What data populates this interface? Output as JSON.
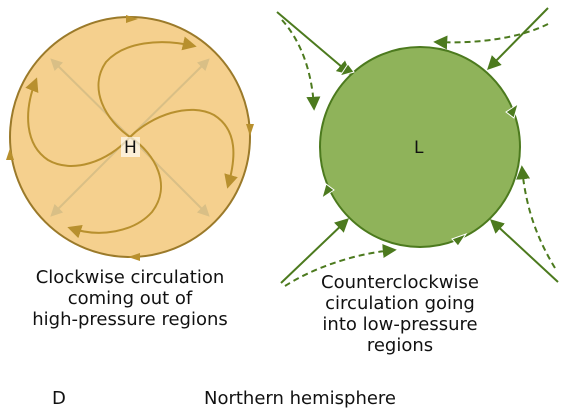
{
  "high_pressure": {
    "center_label": "H",
    "caption_lines": [
      "Clockwise circulation",
      "coming out of",
      "high-pressure regions"
    ],
    "fill_color": "#f5d08e",
    "stroke_color": "#9b7a2a",
    "arrow_color": "#b8902e",
    "diverge_arrow_color": "#d9bf86"
  },
  "low_pressure": {
    "center_label": "L",
    "caption_lines": [
      "Counterclockwise",
      "circulation going",
      "into low-pressure",
      "regions"
    ],
    "fill_color": "#8fb35a",
    "stroke_color": "#4c7a1e",
    "arrow_color": "#4c7a1e"
  },
  "footer": {
    "panel_letter": "D",
    "hemisphere": "Northern hemisphere"
  }
}
